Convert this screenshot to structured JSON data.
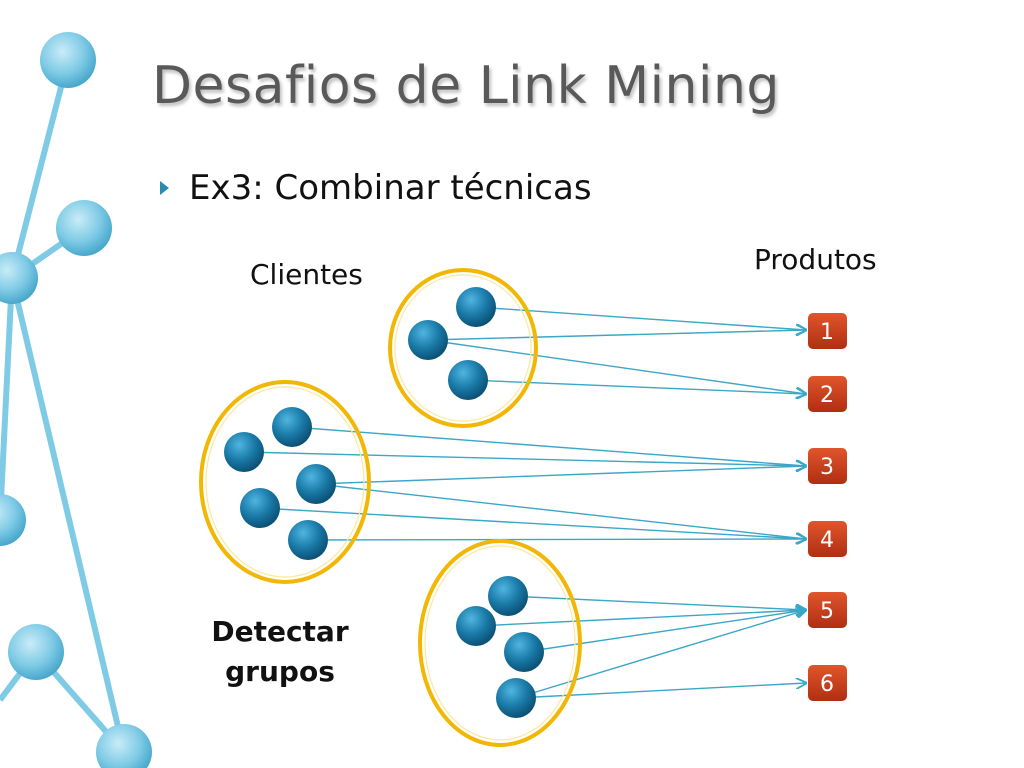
{
  "slide": {
    "title": "Desafios de Link Mining",
    "bullet": "Ex3: Combinar técnicas",
    "clients_label": "Clientes",
    "products_label": "Produtos",
    "group_label_line1": "Detectar",
    "group_label_line2": "grupos"
  },
  "products": [
    "1",
    "2",
    "3",
    "4",
    "5",
    "6"
  ],
  "colors": {
    "client_node": "#1a7aa8",
    "group_ring": "#f2b705",
    "product_box": "#c8381a",
    "edge": "#3aa6c8",
    "decor_node": "#7fcbe6"
  }
}
